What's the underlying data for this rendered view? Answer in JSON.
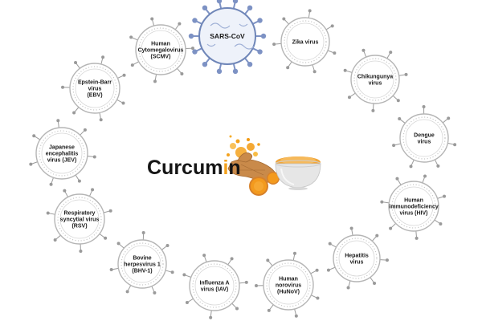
{
  "center": {
    "title": "Curcumin",
    "title_prefix": "Curcum",
    "title_suffix": "n",
    "title_accent_letter": "i",
    "colors": {
      "text": "#151515",
      "turmeric": "#f4a21d",
      "root": "#c98a4a",
      "bowl": "#e6e6e6"
    }
  },
  "colors": {
    "virus_outline": "#b5b5b5",
    "virus_dots": "#c8c8c8",
    "virus_spike": "#9a9a9a",
    "sars_body": "#eef2fa",
    "sars_outline": "#6f86b8",
    "sars_spike": "#7d92c4"
  },
  "viruses": [
    {
      "id": "sars-cov",
      "lines": [
        "SARS-CoV"
      ],
      "icon": "coronavirus-icon"
    },
    {
      "id": "zika",
      "lines": [
        "Zika  virus"
      ],
      "icon": "virus-icon"
    },
    {
      "id": "chikungunya",
      "lines": [
        "Chikungunya",
        "virus"
      ],
      "icon": "virus-icon"
    },
    {
      "id": "dengue",
      "lines": [
        "Dengue",
        "virus"
      ],
      "icon": "virus-icon"
    },
    {
      "id": "hiv",
      "lines": [
        "Human",
        "immunodeficiency",
        "virus (HIV)"
      ],
      "icon": "virus-icon"
    },
    {
      "id": "hepatitis",
      "lines": [
        "Hepatitis",
        "virus"
      ],
      "icon": "virus-icon"
    },
    {
      "id": "hunov",
      "lines": [
        "Human",
        "norovirus",
        "(HuNoV)"
      ],
      "icon": "virus-icon"
    },
    {
      "id": "iav",
      "lines": [
        "Influenza A",
        "virus (IAV)"
      ],
      "icon": "virus-icon"
    },
    {
      "id": "bhv1",
      "lines": [
        "Bovine",
        "herpesvirus 1",
        "(BHV-1)"
      ],
      "icon": "virus-icon"
    },
    {
      "id": "rsv",
      "lines": [
        "Respiratory",
        "syncytial virus",
        "(RSV)"
      ],
      "icon": "virus-icon"
    },
    {
      "id": "jev",
      "lines": [
        "Japanese",
        "encephalitis",
        "virus (JEV)"
      ],
      "icon": "virus-icon"
    },
    {
      "id": "ebv",
      "lines": [
        "Epstein-Barr",
        "virus",
        "(EBV)"
      ],
      "icon": "virus-icon"
    },
    {
      "id": "scmv",
      "lines": [
        "Human",
        "Cytomegalovirus",
        "(SCMV)"
      ],
      "icon": "virus-icon"
    }
  ]
}
